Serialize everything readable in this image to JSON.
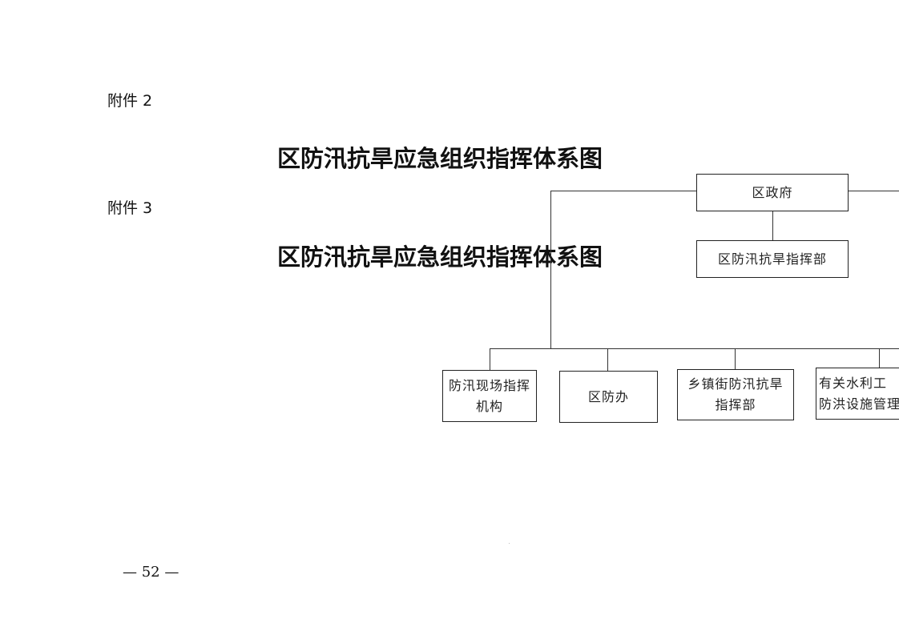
{
  "attachments": [
    {
      "label": "附件 2",
      "title": "区防汛抗旱应急组织指挥体系图"
    },
    {
      "label": "附件 3",
      "title": "区防汛抗旱应急组织指挥体系图"
    }
  ],
  "org_chart": {
    "top": "区政府",
    "hq": "区防汛抗旱指挥部",
    "units": [
      {
        "line1": "防汛现场指挥",
        "line2": "机构"
      },
      {
        "line1": "区防办",
        "line2": ""
      },
      {
        "line1": "乡镇街防汛抗旱",
        "line2": "指挥部"
      },
      {
        "line1": "有关水利工",
        "line2": "防洪设施管理"
      }
    ]
  },
  "footer": {
    "page_number": "— 52 —"
  }
}
